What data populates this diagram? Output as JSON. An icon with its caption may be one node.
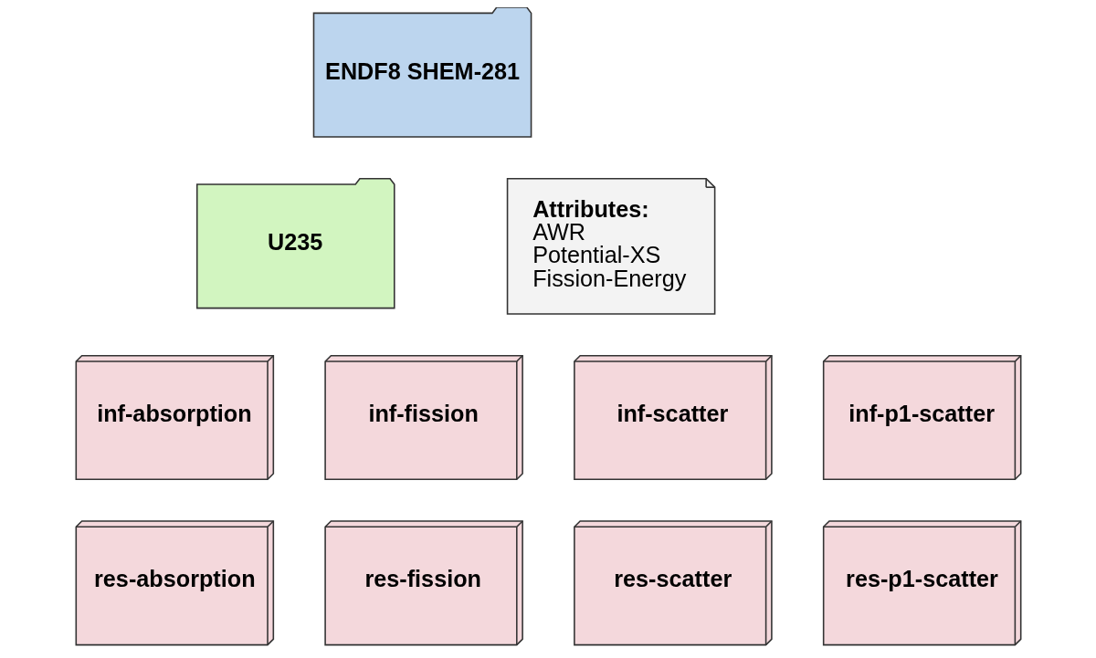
{
  "diagram": {
    "nodes": [
      {
        "text": [
          "ENDF8 SHEM-281"
        ]
      },
      {
        "text": [
          "U235"
        ]
      },
      {
        "text": [
          "Attributes:",
          "AWR",
          "Potential-XS",
          "Fission-Energy"
        ]
      },
      {
        "text": [
          "inf-absorption"
        ]
      },
      {
        "text": [
          "inf-fission"
        ]
      },
      {
        "text": [
          "inf-scatter"
        ]
      },
      {
        "text": [
          "inf-p1-scatter"
        ]
      },
      {
        "text": [
          "res-absorption"
        ]
      },
      {
        "text": [
          "res-fission"
        ]
      },
      {
        "text": [
          "res-scatter"
        ]
      },
      {
        "text": [
          "res-p1-scatter"
        ]
      }
    ],
    "edges": []
  }
}
